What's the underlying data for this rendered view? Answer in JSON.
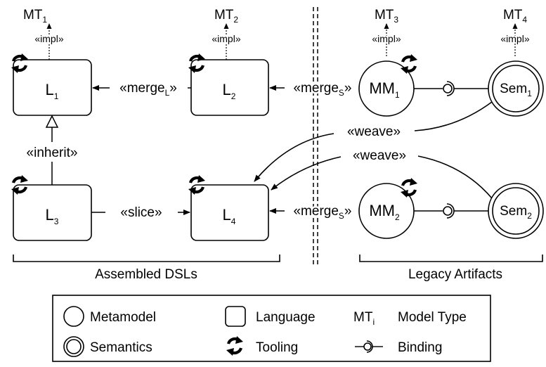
{
  "languages": {
    "l1": {
      "base": "L",
      "sub": "1"
    },
    "l2": {
      "base": "L",
      "sub": "2"
    },
    "l3": {
      "base": "L",
      "sub": "3"
    },
    "l4": {
      "base": "L",
      "sub": "4"
    }
  },
  "metamodels": {
    "mm1": {
      "base": "MM",
      "sub": "1"
    },
    "mm2": {
      "base": "MM",
      "sub": "2"
    }
  },
  "semantics": {
    "sem1": {
      "base": "Sem",
      "sub": "1"
    },
    "sem2": {
      "base": "Sem",
      "sub": "2"
    }
  },
  "model_types": {
    "mt1": {
      "base": "MT",
      "sub": "1"
    },
    "mt2": {
      "base": "MT",
      "sub": "2"
    },
    "mt3": {
      "base": "MT",
      "sub": "3"
    },
    "mt4": {
      "base": "MT",
      "sub": "4"
    }
  },
  "relations": {
    "impl": "«impl»",
    "merge_l": {
      "pre": "«merge",
      "sub": "L",
      "post": "»"
    },
    "merge_s": {
      "pre": "«merge",
      "sub": "S",
      "post": "»"
    },
    "inherit": "«inherit»",
    "slice": "«slice»",
    "weave": "«weave»"
  },
  "groups": {
    "assembled": "Assembled DSLs",
    "legacy": "Legacy Artifacts"
  },
  "legend": {
    "metamodel": "Metamodel",
    "language": "Language",
    "model_type_symbol": {
      "base": "MT",
      "sub": "i"
    },
    "model_type": "Model Type",
    "semantics": "Semantics",
    "tooling": "Tooling",
    "binding": "Binding"
  },
  "icons": {
    "tooling": "sync-arrows-icon",
    "binding": "lollipop-socket-icon"
  }
}
